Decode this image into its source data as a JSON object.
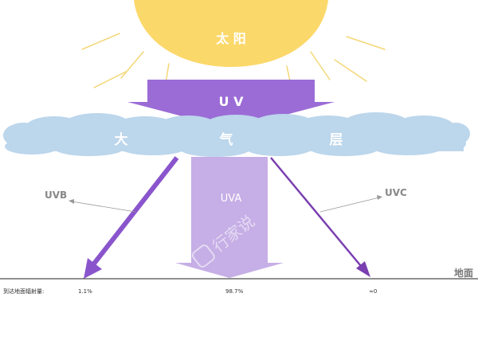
{
  "sun": {
    "label": "太 阳",
    "color": "#fbd86a"
  },
  "uv_arrow": {
    "label": "U V",
    "color": "#9b6cd6"
  },
  "atmosphere": {
    "labels": [
      "大",
      "气",
      "层"
    ],
    "color": "#bcd6ec"
  },
  "branches": {
    "uvb": {
      "label": "UVB",
      "color": "#8a55cc"
    },
    "uva": {
      "label": "UVA",
      "color": "#c6aee6"
    },
    "uvc": {
      "label": "UVC",
      "color": "#7a3fb0"
    }
  },
  "ground": {
    "label": "地面"
  },
  "reach": {
    "label": "到达地面辐射量:",
    "uvb_value": "1.1%",
    "uva_value": "98.7%",
    "uvc_value": "≈0"
  },
  "watermark": {
    "text": "行家说"
  }
}
